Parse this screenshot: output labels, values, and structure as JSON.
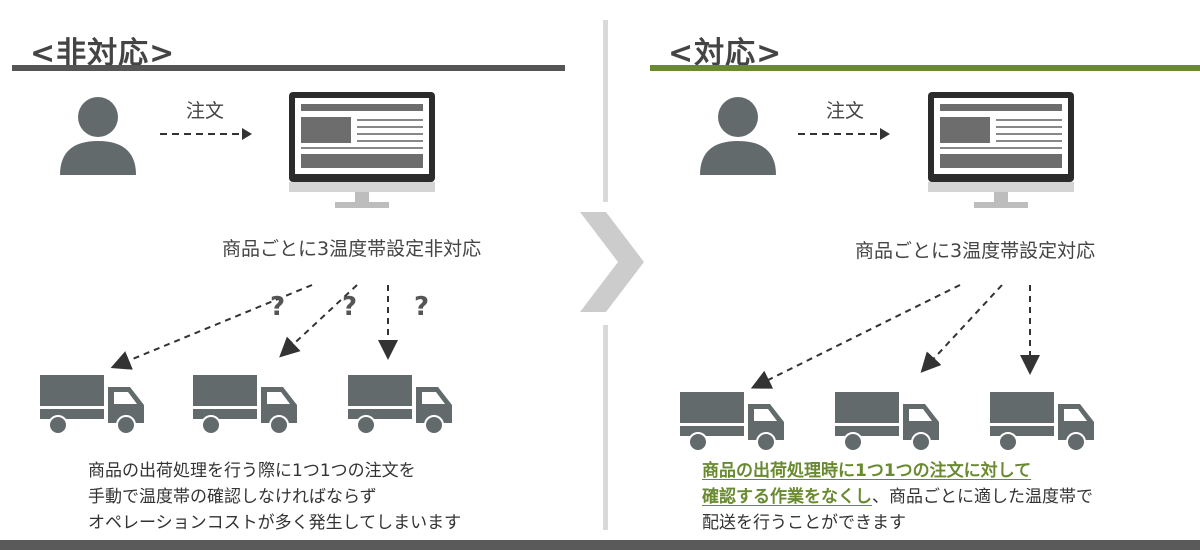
{
  "left": {
    "title": "<非対応>",
    "order_label": "注文",
    "caption": "商品ごとに3温度帯設定非対応",
    "question_marks": [
      "?",
      "?",
      "?"
    ],
    "description_lines": [
      "商品の出荷処理を行う際に1つ1つの注文を",
      "手動で温度帯の確認しなければならず",
      "オペレーションコストが多く発生してしまいます"
    ]
  },
  "right": {
    "title": "<対応>",
    "order_label": "注文",
    "caption": "商品ごとに3温度帯設定対応",
    "description_highlight_1": "商品の出荷処理時に1つ1つの注文に対して",
    "description_highlight_2": "確認する作業をなくし",
    "description_rest_2": "、商品ごとに適した温度帯で",
    "description_line_3": "配送を行うことができます"
  },
  "colors": {
    "left_bar": "#555555",
    "right_bar": "#6a8a32",
    "icon": "#626a6c",
    "highlight": "#6a8a32",
    "chevron": "#cccccc"
  }
}
